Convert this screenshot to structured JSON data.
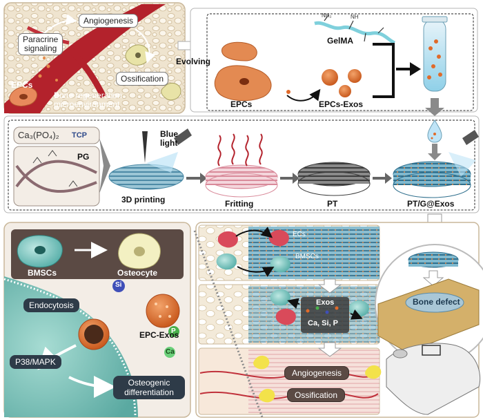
{
  "top_left": {
    "paracrine": [
      "Paracrine",
      "signaling"
    ],
    "angiogenesis": "Angiogenesis",
    "ossification": "Ossification",
    "epcs": "EPCs",
    "microenv": [
      "Bone regeneration",
      "microenvironment"
    ]
  },
  "evolving": "Evolving",
  "top_right": {
    "gelma": "GelMA",
    "epcs": "EPCs",
    "epcs_exos": "EPCs-Exos",
    "nh2": "NH₂",
    "nh": "NH"
  },
  "process": {
    "tcp_formula": "Ca₃(PO₄)₂",
    "tcp": "TCP",
    "pg": "PG",
    "blue_light": [
      "Blue",
      "light"
    ],
    "printing": "3D printing",
    "fritting": "Fritting",
    "pt": "PT",
    "ptg": "PT/G@Exos"
  },
  "bottom_left": {
    "bmscs": "BMSCs",
    "osteocyte": "Osteocyte",
    "si": "Si",
    "p": "P",
    "ca": "Ca",
    "endocytosis": "Endocytosis",
    "epc_exos": "EPC-Exos",
    "p38": "P38/MAPK",
    "osteo": [
      "Osteogenic",
      "differentiation"
    ]
  },
  "bottom_mid": {
    "ecs": "ECs",
    "bmscs": "BMSCs",
    "exos": "Exos",
    "ions": "Ca, Si, P",
    "angiogenesis": "Angiogenesis",
    "ossification": "Ossification"
  },
  "bottom_right": {
    "bone_defect": "Bone defect"
  }
}
